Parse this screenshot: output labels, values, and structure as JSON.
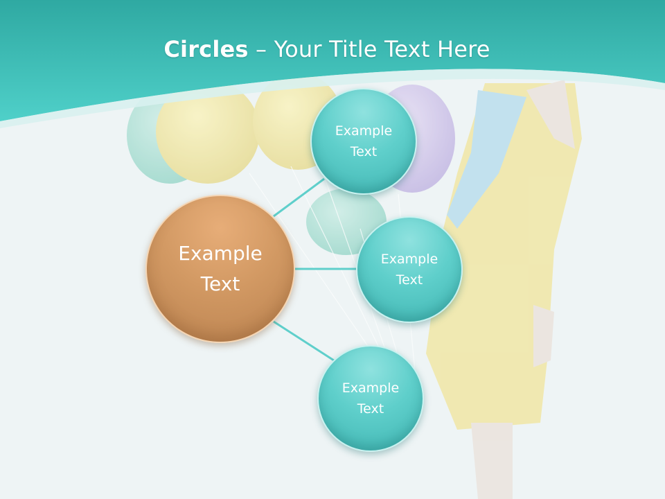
{
  "title": {
    "bold_part": "Circles",
    "rest_part": " – Your Title Text Here"
  },
  "diagram": {
    "center": {
      "label": "Example\nText"
    },
    "nodes": [
      {
        "label": "Example\nText"
      },
      {
        "label": "Example\nText"
      },
      {
        "label": "Example\nText"
      }
    ]
  },
  "colors": {
    "header_teal": "#3cc6bf",
    "circle_teal": "#5fcfcb",
    "circle_orange": "#d29963",
    "connector": "#5fcfcb"
  }
}
